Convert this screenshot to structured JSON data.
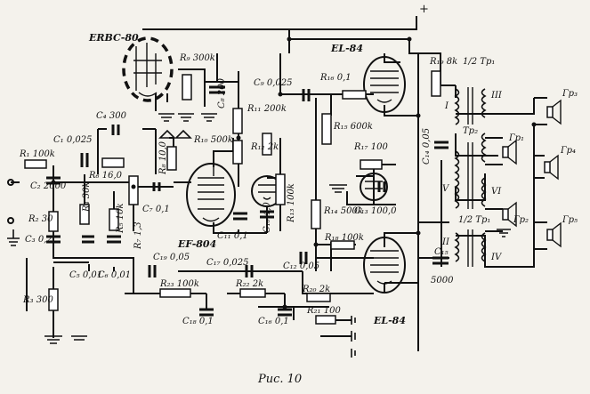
{
  "labels": {
    "tube_erbc": "ERBC-80",
    "tube_ef": "EF-804",
    "tube_el1": "EL-84",
    "tube_el2": "EL-84",
    "supply": "+",
    "r1": "R₁ 100k",
    "r2": "R₂ 30",
    "r3": "R₃ 300",
    "r4": "R₄ 30k",
    "r5": "R₅ 10k",
    "r6": "R₆ 16,0",
    "r7": "R₇ 1,3",
    "r8": "R₈ 10,0",
    "r9": "R₉ 300k",
    "r10": "R₁₀ 500k",
    "r11": "R₁₁ 200k",
    "r12": "R₁₂ 2k",
    "r13": "R₁₃ 100k",
    "r14": "R₁₄ 500k",
    "r15": "R₁₅ 600k",
    "r16": "R₁₆ 0,1",
    "r17": "R₁₇ 100",
    "r18": "R₁₈ 100k",
    "r19": "R₁₉ 8k",
    "r20": "R₂₀ 2k",
    "r21": "R₂₁ 100",
    "r22": "R₂₂ 2k",
    "r23": "R₂₃ 100k",
    "c1": "C₁ 0,025",
    "c2": "C₂ 2000",
    "c3": "C₃ 0,2",
    "c4": "C₄ 300",
    "c5": "C₅ 0,01",
    "c6": "C₆ 0,01",
    "c7": "C₇ 0,1",
    "c8": "C₈ 200",
    "c9": "C₉ 0,025",
    "c10": "C₁₀ 4,0",
    "c11": "C₁₁ 0,1",
    "c12": "C₁₂ 0,05",
    "c13": "C₁₃ 100,0",
    "c14": "C₁₄ 0,05",
    "c15": "C₁₅",
    "c15v": "5000",
    "c16": "C₁₆ 0,1",
    "c17": "C₁₇ 0,025",
    "c18": "C₁₈ 0,1",
    "c19": "C₁₉ 0,05",
    "tp1_top": "1/2 Tp₁",
    "tp1_bot": "1/2 Tp₁",
    "tp2": "Tp₂",
    "w1": "I",
    "w2": "II",
    "w3": "III",
    "w4": "IV",
    "w5": "V",
    "w6": "VI",
    "gr1": "Гp₁",
    "gr2": "Гp₂",
    "gr3": "Гp₃",
    "gr4": "Гp₄",
    "gr5": "Гp₅",
    "caption": "Рис. 10"
  }
}
